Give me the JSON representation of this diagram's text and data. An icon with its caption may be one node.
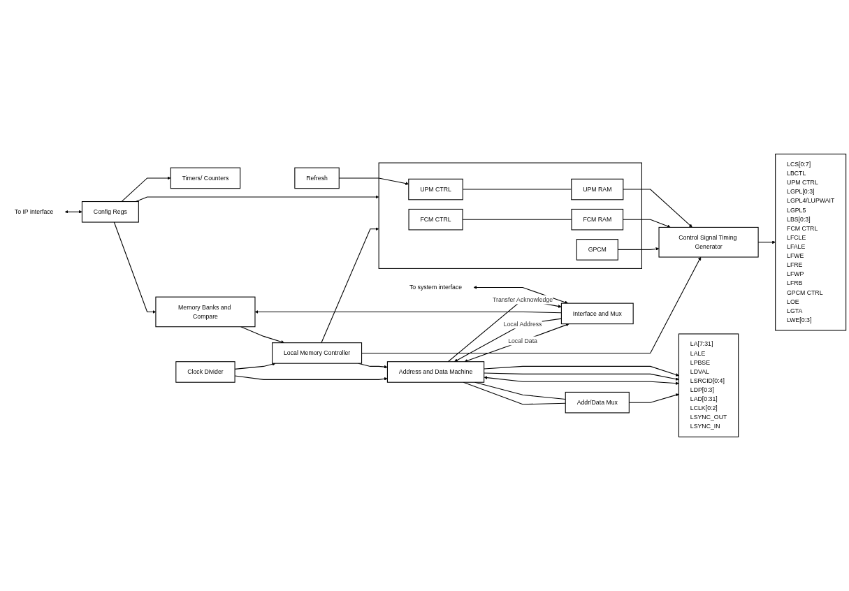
{
  "diagram": {
    "nodes": [
      {
        "text": [
          "To IP interface"
        ]
      },
      {
        "text": [
          "Timers/ Counters"
        ]
      },
      {
        "text": [
          "Config Regs"
        ]
      },
      {
        "text": [
          "Memory Banks and Compare"
        ]
      },
      {
        "text": [
          "Refresh"
        ]
      },
      {
        "text": [
          "Local Memory Controller"
        ]
      },
      {
        "text": [],
        "shape": "box"
      },
      {
        "text": [
          "UPM CTRL"
        ],
        "in": 6
      },
      {
        "text": [
          "UPM RAM"
        ],
        "in": 6
      },
      {
        "text": [
          "FCM CTRL"
        ],
        "in": 6
      },
      {
        "text": [
          "FCM RAM"
        ],
        "in": 6
      },
      {
        "text": [
          "GPCM"
        ],
        "in": 6
      },
      {
        "text": [
          "Control Signal Timing Generator"
        ]
      },
      {
        "text": [
          "LCS[0:7]",
          "LBCTL",
          "UPM CTRL",
          "LGPL[0:3]",
          "LGPL4/LUPWAIT",
          "LGPL5",
          "LBS[0:3]",
          "FCM CTRL",
          "LFCLE",
          "LFALE",
          "LFWE",
          "LFRE",
          "LFWP",
          "LFRB",
          "GPCM CTRL",
          "LOE",
          "LGTA",
          "LWE[0:3]"
        ]
      },
      {
        "text": [
          "Clock Divider"
        ]
      },
      {
        "text": [
          "Interface and Mux"
        ]
      },
      {
        "text": [
          "To system interface"
        ]
      },
      {
        "text": [
          "Address and Data Machine"
        ]
      },
      {
        "text": [
          "Addr/Data Mux"
        ]
      },
      {
        "text": [
          "LA[7:31]",
          "LALE",
          "LPBSE",
          "LDVAL",
          "LSRCID[0:4]",
          "LDP[0:3]",
          "LAD[0:31]",
          "LCLK[0:2]",
          "LSYNC_OUT",
          "LSYNC_IN"
        ]
      }
    ],
    "edges": [
      {
        "from": 0,
        "to": 2,
        "arrow": "both"
      },
      {
        "from": 2,
        "to": 1,
        "arrow": "to"
      },
      {
        "from": 2,
        "to": 3,
        "arrow": "to"
      },
      {
        "from": 2,
        "to": 6,
        "arrow": "to"
      },
      {
        "from": 4,
        "to": 7,
        "arrow": "to"
      },
      {
        "from": 7,
        "to": 8,
        "arrow": "none"
      },
      {
        "from": 9,
        "to": 10,
        "arrow": "none"
      },
      {
        "from": 8,
        "to": 12,
        "arrow": "to"
      },
      {
        "from": 10,
        "to": 12,
        "arrow": "to"
      },
      {
        "from": 11,
        "to": 12,
        "arrow": "to"
      },
      {
        "from": 12,
        "to": 13,
        "arrow": "to"
      },
      {
        "from": 3,
        "to": 5,
        "arrow": "to"
      },
      {
        "from": 5,
        "to": 6,
        "arrow": "to"
      },
      {
        "from": 5,
        "to": 12,
        "arrow": "to"
      },
      {
        "from": 5,
        "to": 17,
        "arrow": "to"
      },
      {
        "from": 14,
        "to": 5,
        "arrow": "to"
      },
      {
        "from": 14,
        "to": 17,
        "arrow": "to"
      },
      {
        "from": 15,
        "to": 3,
        "arrow": "to"
      },
      {
        "from": 16,
        "to": 15,
        "arrow": "both"
      },
      {
        "from": 15,
        "to": 17,
        "arrow": "to",
        "label": "Local Address"
      },
      {
        "from": 15,
        "to": 17,
        "arrow": "both",
        "label": "Local Data"
      },
      {
        "from": 17,
        "to": 15,
        "arrow": "to",
        "label": "Transfer Acknowledge"
      },
      {
        "from": 17,
        "to": 19,
        "arrow": "to"
      },
      {
        "from": 17,
        "to": 18,
        "arrow": "none"
      },
      {
        "from": 17,
        "to": 19,
        "arrow": "to"
      },
      {
        "from": 17,
        "to": 19,
        "arrow": "both"
      },
      {
        "from": 17,
        "to": 18,
        "arrow": "none"
      },
      {
        "from": 18,
        "to": 19,
        "arrow": "to"
      }
    ]
  }
}
